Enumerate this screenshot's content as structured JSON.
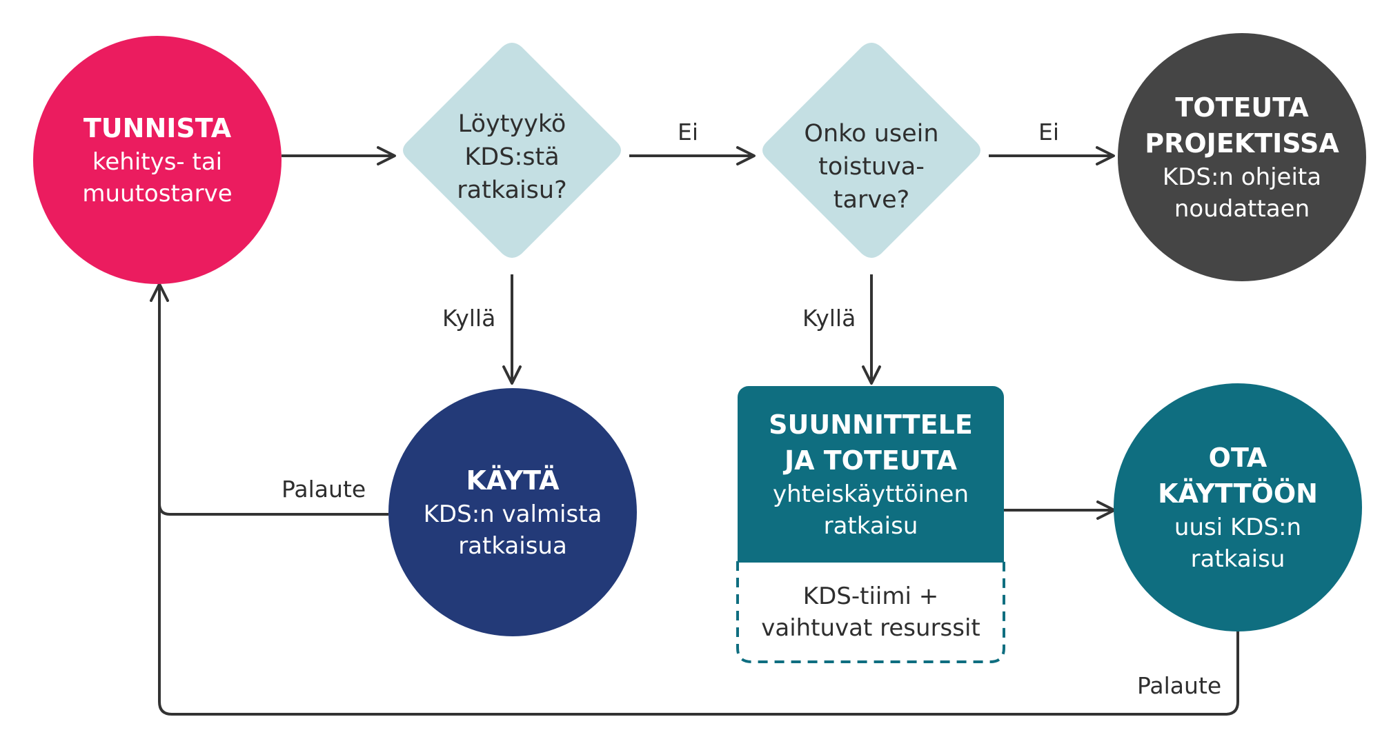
{
  "nodes": {
    "tunnista": {
      "title": "TUNNISTA",
      "sub1": "kehitys- tai",
      "sub2": "muutostarve",
      "color": "#eb1c5f"
    },
    "q1": {
      "l1": "Löytyykö",
      "l2": "KDS:stä",
      "l3": "ratkaisu?",
      "color": "#c4dfe3"
    },
    "q2": {
      "l1": "Onko usein",
      "l2": "toistuva-",
      "l3": "tarve?",
      "color": "#c4dfe3"
    },
    "toteuta_projektissa": {
      "title1": "TOTEUTA",
      "title2": "PROJEKTISSA",
      "sub1": "KDS:n ohjeita",
      "sub2": "noudattaen",
      "color": "#454545"
    },
    "kayta": {
      "title": "KÄYTÄ",
      "sub1": "KDS:n valmista",
      "sub2": "ratkaisua",
      "color": "#233a78"
    },
    "suunnittele": {
      "title1": "SUUNNITTELE",
      "title2": "JA TOTEUTA",
      "sub1": "yhteiskäyttöinen",
      "sub2": "ratkaisu",
      "color": "#0f6e80"
    },
    "resources": {
      "l1": "KDS-tiimi +",
      "l2": "vaihtuvat resurssit",
      "border_color": "#0f6e80"
    },
    "ota_kayttoon": {
      "title1": "OTA",
      "title2": "KÄYTTÖÖN",
      "sub1": "uusi KDS:n",
      "sub2": "ratkaisu",
      "color": "#0f6e80"
    }
  },
  "edges": {
    "ei_1": "Ei",
    "ei_2": "Ei",
    "kylla_1": "Kyllä",
    "kylla_2": "Kyllä",
    "palaute_1": "Palaute",
    "palaute_2": "Palaute",
    "line_color": "#333333"
  }
}
